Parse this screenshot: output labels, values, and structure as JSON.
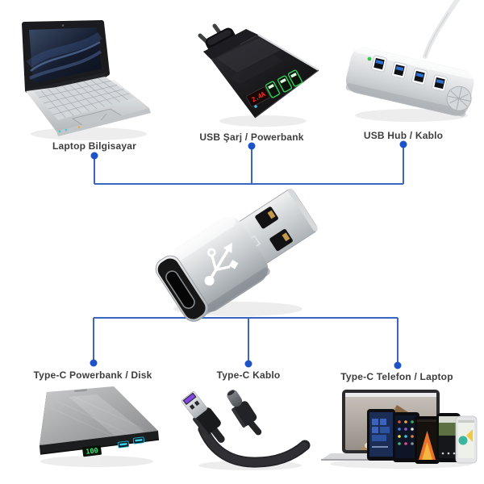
{
  "theme": {
    "line_blue": "#3a66c1",
    "dot_blue": "#1d53c8",
    "label_color": "#3d3d3d",
    "background": "#ffffff",
    "port_green": "#2ed052",
    "usb3_blue": "#2f6fd0"
  },
  "diagram": {
    "top": [
      {
        "id": "laptop",
        "label": "Laptop Bilgisayar"
      },
      {
        "id": "usb-charger",
        "label": "USB Şarj / Powerbank"
      },
      {
        "id": "usb-hub",
        "label": "USB Hub / Kablo"
      }
    ],
    "bottom": [
      {
        "id": "type-c-powerbank",
        "label": "Type-C Powerbank / Disk"
      },
      {
        "id": "type-c-cable",
        "label": "Type-C Kablo"
      },
      {
        "id": "type-c-devices",
        "label": "Type-C Telefon / Laptop"
      }
    ]
  },
  "charger": {
    "display_text": "2.4A"
  },
  "powerbank": {
    "display_text": "100"
  }
}
